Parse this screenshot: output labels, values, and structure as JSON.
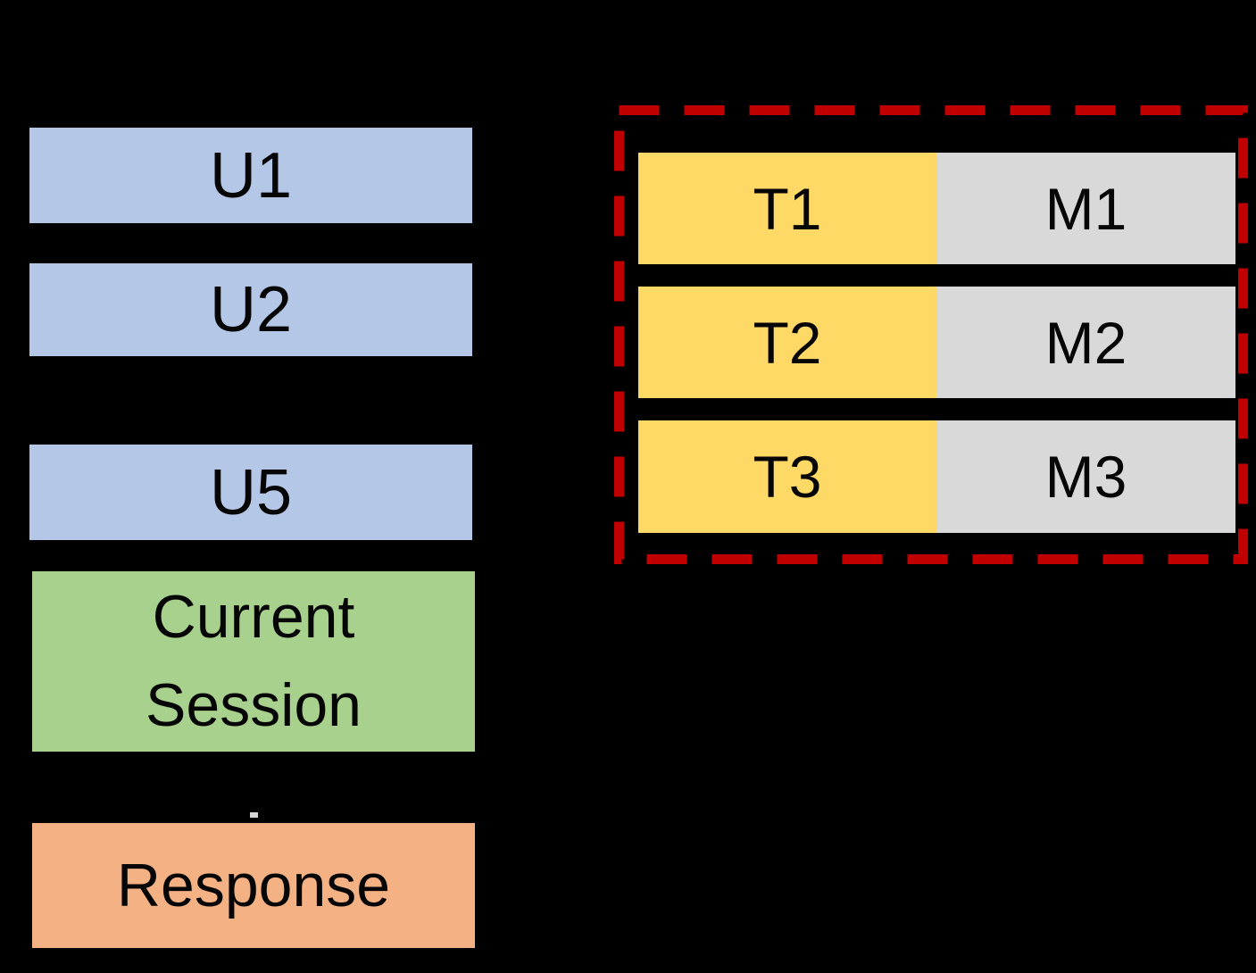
{
  "diagram": {
    "left_column": {
      "history_boxes": [
        {
          "label": "U1"
        },
        {
          "label": "U2"
        },
        {
          "label": "U5"
        }
      ],
      "current_session": {
        "label": "Current\nSession"
      },
      "response": {
        "label": "Response"
      }
    },
    "memory_panel": {
      "rows": [
        {
          "trigger": "T1",
          "memory": "M1"
        },
        {
          "trigger": "T2",
          "memory": "M2"
        },
        {
          "trigger": "T3",
          "memory": "M3"
        }
      ]
    },
    "colors": {
      "background": "#000000",
      "utterance_blue": "#B4C7E7",
      "session_green": "#A9D18E",
      "response_orange": "#F4B183",
      "trigger_yellow": "#FFD966",
      "memory_gray": "#D9D9D9",
      "boundary_red": "#C00000",
      "text": "#060606"
    }
  }
}
